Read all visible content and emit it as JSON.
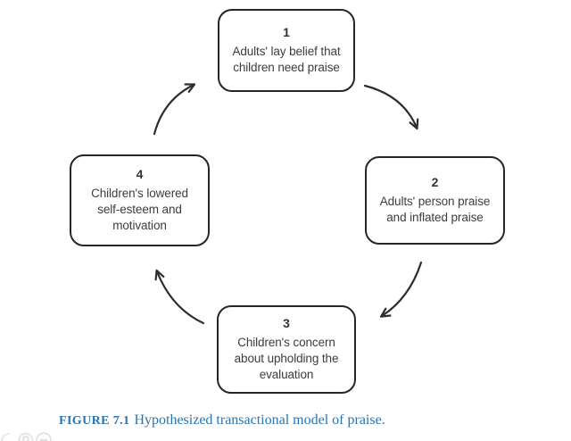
{
  "figure": {
    "nodes": [
      {
        "number": "1",
        "label": "Adults' lay belief that\nchildren need praise"
      },
      {
        "number": "2",
        "label": "Adults' person praise\nand inflated praise"
      },
      {
        "number": "3",
        "label": "Children's concern\nabout upholding the\nevaluation"
      },
      {
        "number": "4",
        "label": "Children's lowered\nself-esteem and\nmotivation"
      }
    ],
    "edges": [
      {
        "from": "1",
        "to": "2"
      },
      {
        "from": "2",
        "to": "3"
      },
      {
        "from": "3",
        "to": "4"
      },
      {
        "from": "4",
        "to": "1"
      }
    ],
    "caption": {
      "label": "FIGURE 7.1",
      "text": "Hypothesized transactional model of praise."
    }
  },
  "colors": {
    "background": "#ffffff",
    "box_border": "#262626",
    "box_text": "#3d3d3d",
    "arrow": "#2e2e2e",
    "caption_blue": "#2b74af",
    "watermark_gray": "#dddddb"
  },
  "watermark": {
    "icons": [
      "partial-arc-icon",
      "magnifier-icon",
      "minus-circle-icon"
    ]
  }
}
